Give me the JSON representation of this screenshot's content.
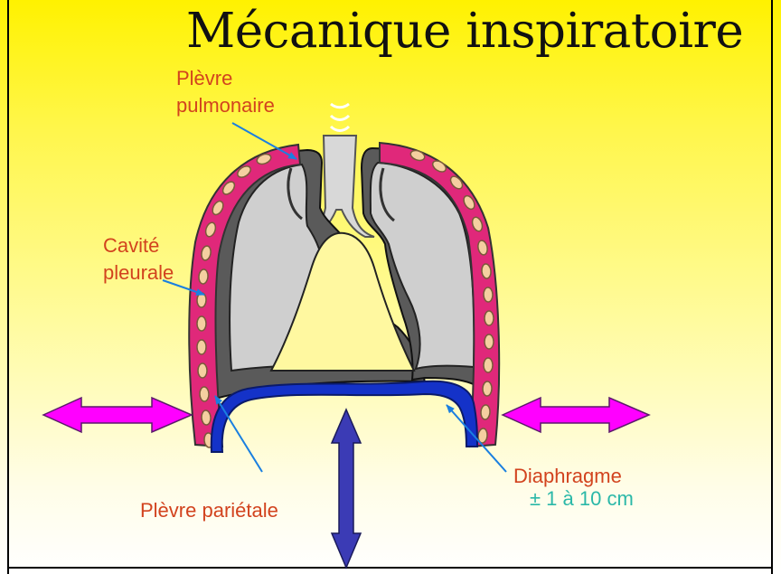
{
  "title": "Mécanique inspiratoire",
  "labels": {
    "plevre_pulmonaire_1": "Plèvre",
    "plevre_pulmonaire_2": "pulmonaire",
    "cavite_pleurale_1": "Cavité",
    "cavite_pleurale_2": "pleurale",
    "plevre_parietale": "Plèvre pariétale",
    "diaphragme": "Diaphragme",
    "diaphragme_range": "± 1 à 10 cm"
  },
  "colors": {
    "background_top": "#fff200",
    "label_text": "#d2431e",
    "range_text": "#2bb8a8",
    "pointer_line": "#1a7fe0",
    "lateral_arrow": "#ff00ff",
    "vertical_arrow": "#3b3bb5",
    "diaphragm": "#1432c8",
    "lung_fill": "#cfcfcf",
    "rib_wall": "#e0287a",
    "rib": "#f5cfa0"
  }
}
